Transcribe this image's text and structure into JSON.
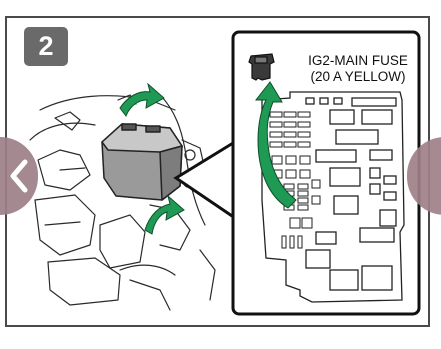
{
  "step": {
    "number": "2"
  },
  "callout": {
    "fuse_name": "IG2-MAIN FUSE",
    "fuse_spec": "(20 A YELLOW)"
  },
  "icons": {
    "prev": "chevron-left-icon",
    "next": "chevron-right-icon",
    "fuse": "fuse-icon",
    "arrow": "curved-arrow-icon"
  },
  "colors": {
    "accent_green": "#1f9a55",
    "badge_gray": "#6a6a6a",
    "nav_mauve": "#9e7f88",
    "frame": "#4a4a4a"
  }
}
